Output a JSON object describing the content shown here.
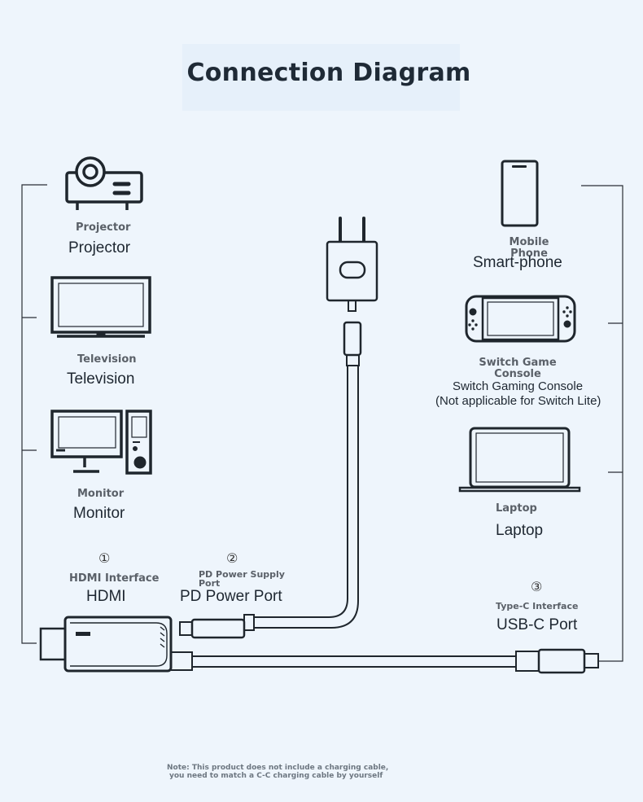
{
  "header": {
    "title": "Connection Diagram"
  },
  "devices_left": {
    "projector": {
      "label_small": "Projector",
      "label": "Projector"
    },
    "television": {
      "label_small": "Television",
      "label": "Television"
    },
    "monitor": {
      "label_small": "Monitor",
      "label": "Monitor"
    }
  },
  "devices_right": {
    "phone": {
      "label_small": "Mobile Phone",
      "label": "Smart-phone"
    },
    "switch": {
      "label_small": "Switch Game Console",
      "label": "Switch Gaming Console",
      "sublabel": "(Not applicable for Switch Lite)"
    },
    "laptop": {
      "label_small": "Laptop",
      "label": "Laptop"
    }
  },
  "ports": {
    "hdmi": {
      "number": "①",
      "label_small": "HDMI Interface",
      "label": "HDMI"
    },
    "pd": {
      "number": "②",
      "label_small": "PD Power Supply Port",
      "label": "PD Power Port"
    },
    "usbc": {
      "number": "③",
      "label_small": "Type-C Interface",
      "label": "USB-C Port"
    }
  },
  "footer": {
    "note_line1": "Note: This product does not include a charging cable,",
    "note_line2": "you need to match a C-C charging cable by yourself"
  }
}
